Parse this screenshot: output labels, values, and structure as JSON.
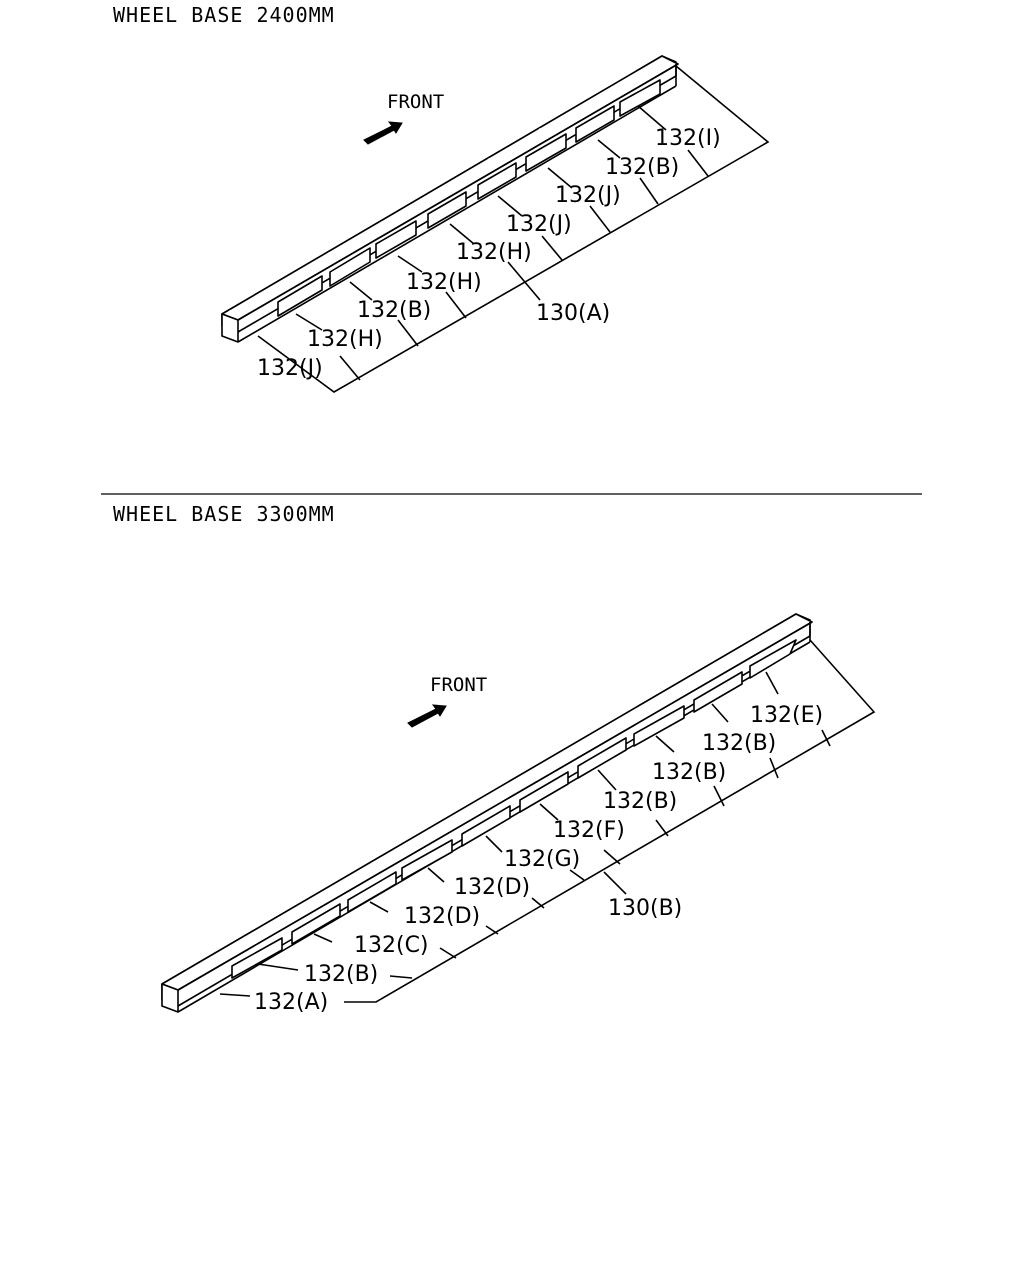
{
  "sections": [
    {
      "title": "WHEEL BASE 2400MM",
      "front_label": "FRONT",
      "callouts": [
        "132(I)",
        "132(B)",
        "132(J)",
        "132(J)",
        "132(H)",
        "132(H)",
        "132(B)",
        "132(H)",
        "132(J)",
        "130(A)"
      ]
    },
    {
      "title": "WHEEL BASE 3300MM",
      "front_label": "FRONT",
      "callouts": [
        "132(E)",
        "132(B)",
        "132(B)",
        "132(B)",
        "132(F)",
        "132(G)",
        "132(D)",
        "132(D)",
        "132(C)",
        "132(B)",
        "132(A)",
        "130(B)"
      ]
    }
  ],
  "colors": {
    "line": "#000000",
    "background": "#ffffff"
  },
  "icons": {
    "front_arrow": "arrow-icon"
  }
}
